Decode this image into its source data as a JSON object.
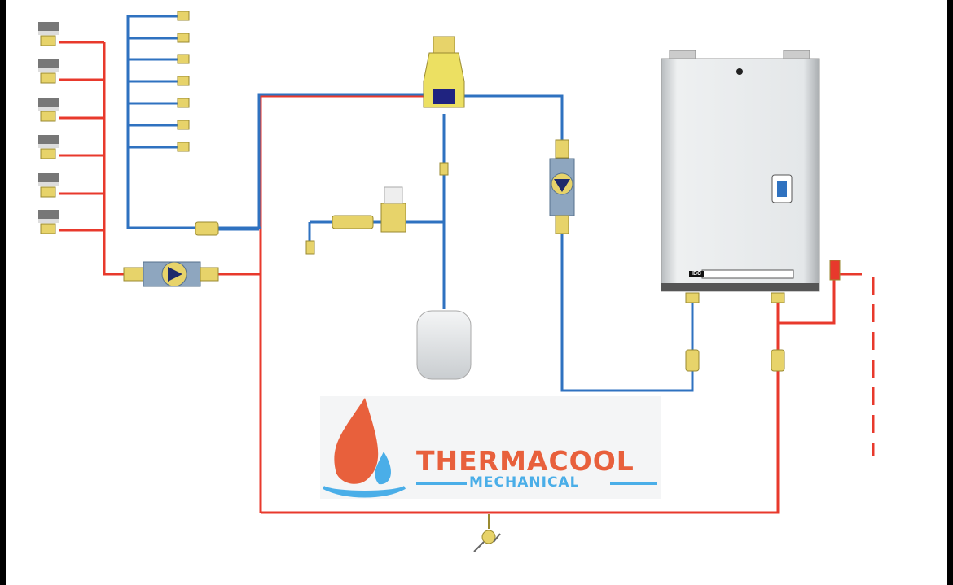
{
  "diagram": {
    "title": "Boiler piping schematic",
    "colors": {
      "supply": "#e8392c",
      "return": "#2f72c0",
      "brass": "#e7d36a",
      "boiler": "#d4d7d9"
    },
    "boiler": {
      "brand_label": "IBC"
    },
    "logo": {
      "name": "THERMACOOL",
      "subtitle": "MECHANICAL"
    }
  }
}
